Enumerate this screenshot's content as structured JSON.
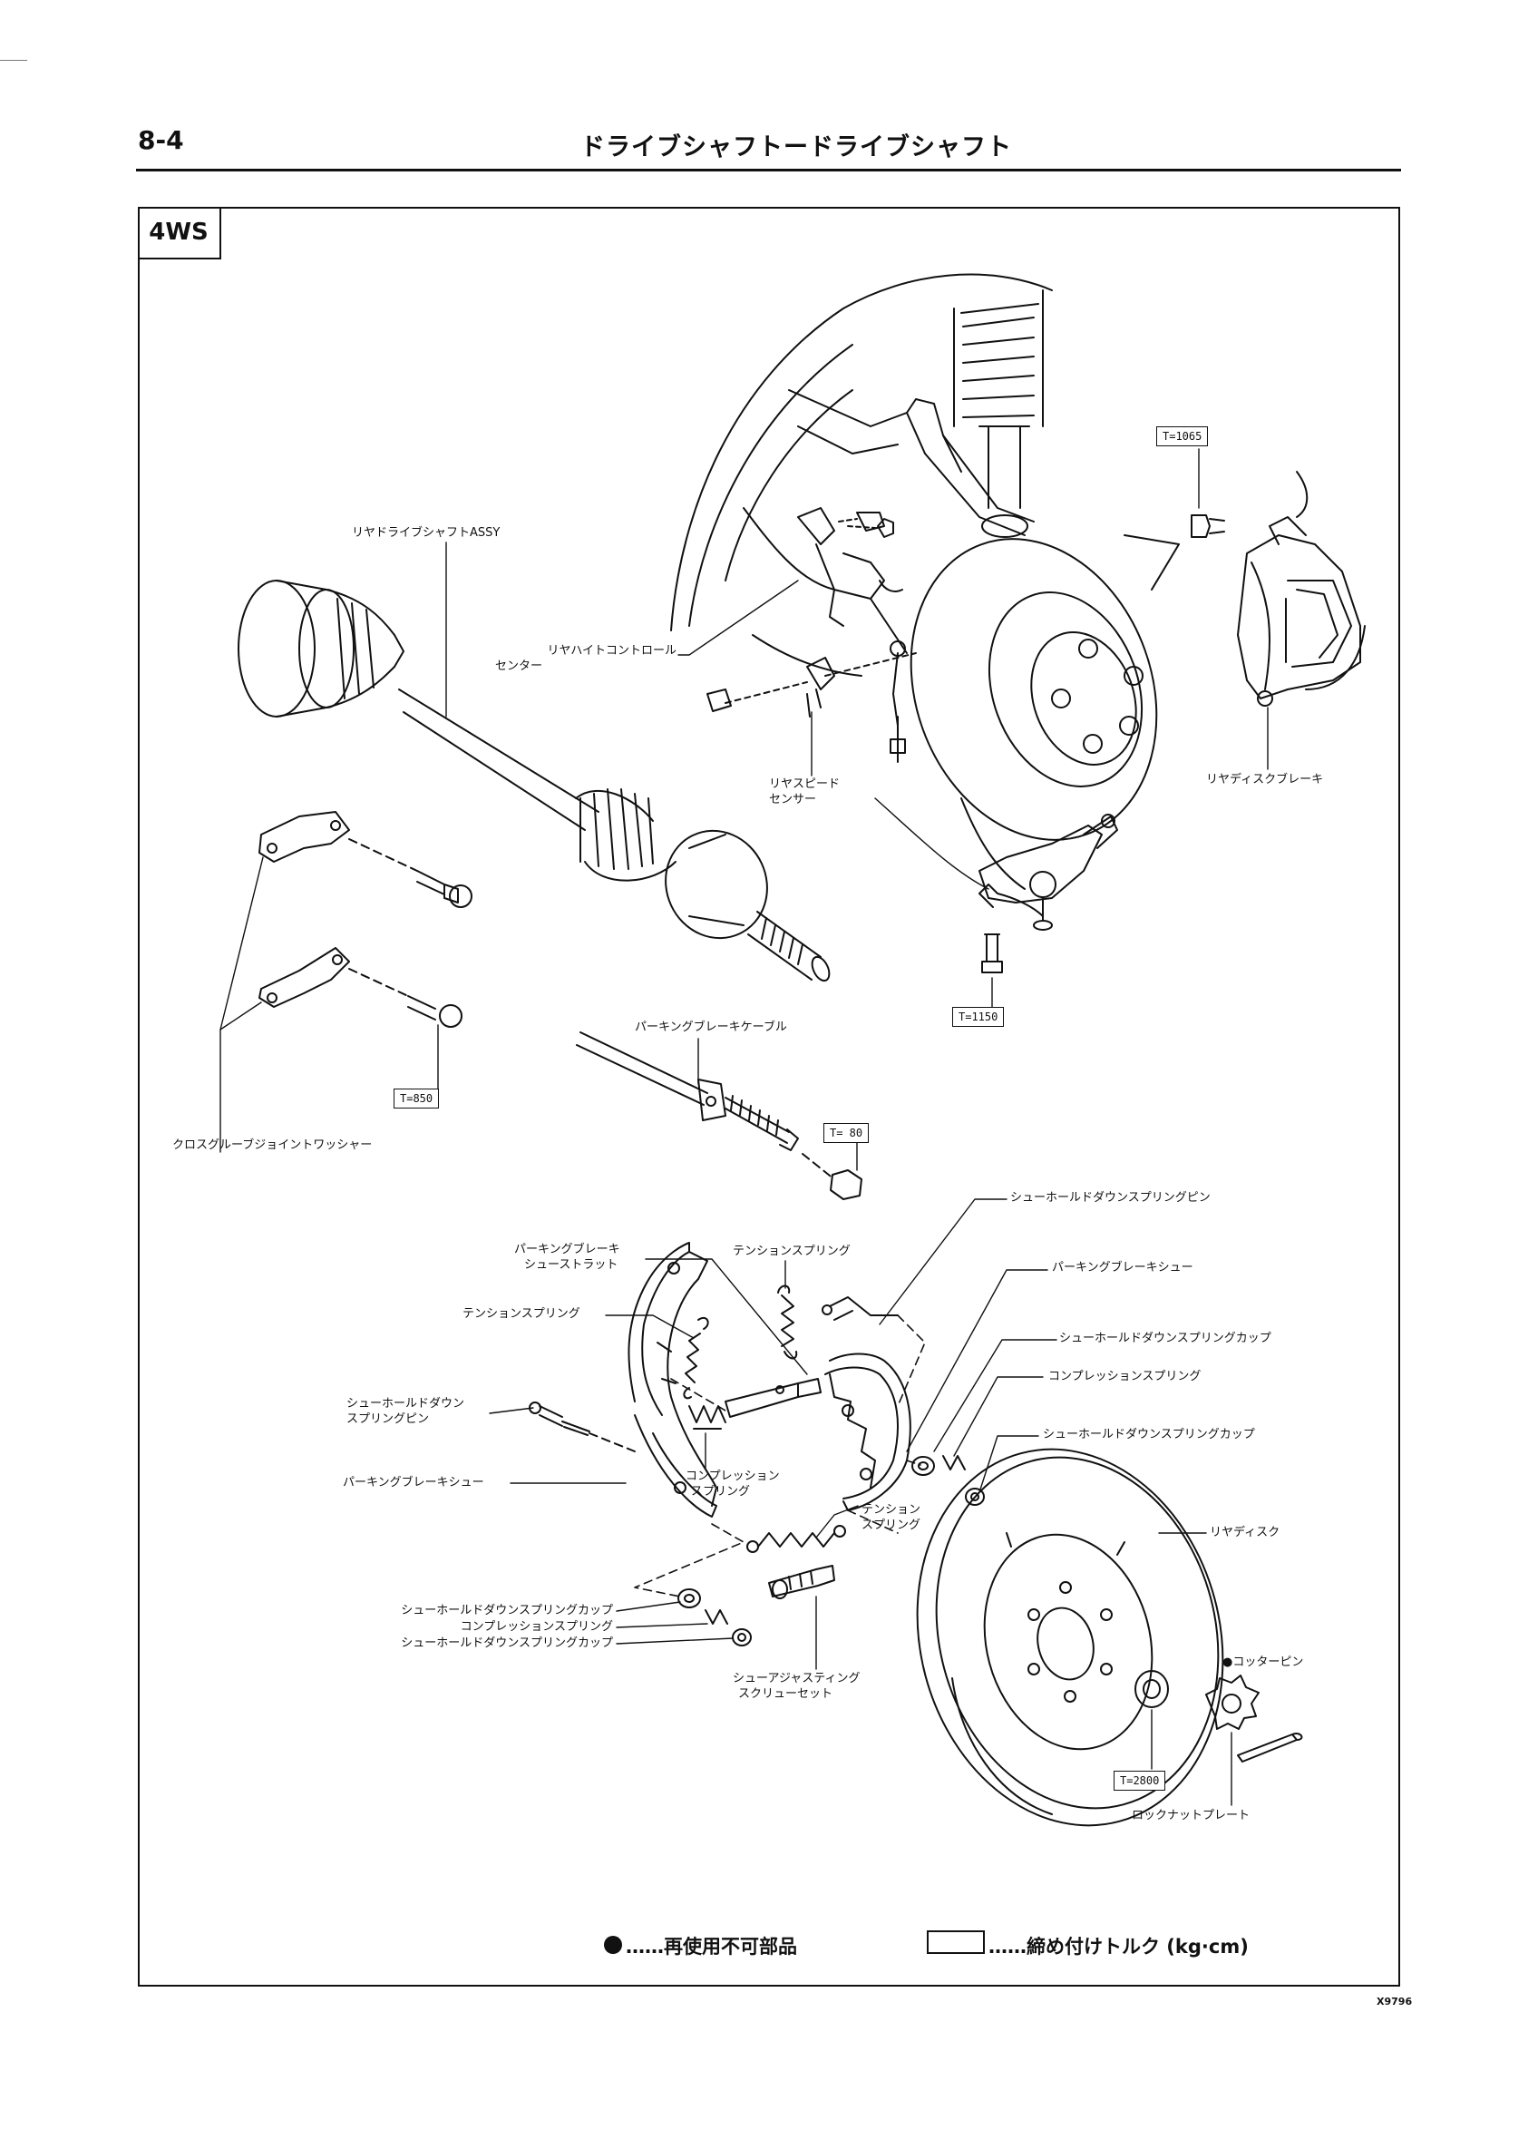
{
  "header": {
    "page_number": "8-4",
    "title": "ドライブシャフトードライブシャフト"
  },
  "variant_tag": "4WS",
  "callouts": {
    "rear_drive_shaft_assy": "リヤドライブシャフトASSY",
    "rear_height_control_sensor_1": "リヤハイトコントロール",
    "rear_height_control_sensor_2": "センター",
    "rear_speed_sensor_1": "リヤスピード",
    "rear_speed_sensor_2": "センサー",
    "rear_disc_brake": "リヤディスクブレーキ",
    "cross_groove_joint_washer": "クロスグルーブジョイントワッシャー",
    "parking_brake_cable": "パーキングブレーキケーブル",
    "shoe_hold_down_spring_pin_right": "シューホールドダウンスプリングピン",
    "parking_brake_shoe_strut_1": "パーキングブレーキ",
    "parking_brake_shoe_strut_2": "シューストラット",
    "tension_spring_top": "テンションスプリング",
    "parking_brake_shoe_right": "パーキングブレーキシュー",
    "tension_spring_left": "テンションスプリング",
    "shoe_hold_down_spring_cup_right_1": "シューホールドダウンスプリングカップ",
    "compression_spring_right": "コンプレッションスプリング",
    "shoe_hold_down_spring_pin_left_1": "シューホールドダウン",
    "shoe_hold_down_spring_pin_left_2": "スプリングピン",
    "shoe_hold_down_spring_cup_right_2": "シューホールドダウンスプリングカップ",
    "parking_brake_shoe_left": "パーキングブレーキシュー",
    "compression_spring_center_1": "コンプレッション",
    "compression_spring_center_2": "スプリング",
    "tension_spring_bottom_1": "テンション",
    "tension_spring_bottom_2": "スプリング",
    "rear_disc": "リヤディスク",
    "shoe_hold_down_spring_cup_left_1": "シューホールドダウンスプリングカップ",
    "compression_spring_left": "コンプレッションスプリング",
    "shoe_hold_down_spring_cup_left_2": "シューホールドダウンスプリングカップ",
    "cotter_pin": "●コッターピン",
    "shoe_adjusting_screw_set_1": "シューアジャスティング",
    "shoe_adjusting_screw_set_2": "スクリューセット",
    "lock_nut_plate": "ロックナットプレート"
  },
  "torque_values": {
    "t1065": "T=1065",
    "t1150": "T=1150",
    "t850": "T=850",
    "t80": "T= 80",
    "t2800": "T=2800"
  },
  "legend": {
    "non_reusable": "……再使用不可部品",
    "torque": "……締め付けトルク (kg·cm)"
  },
  "figure_id": "X9796"
}
